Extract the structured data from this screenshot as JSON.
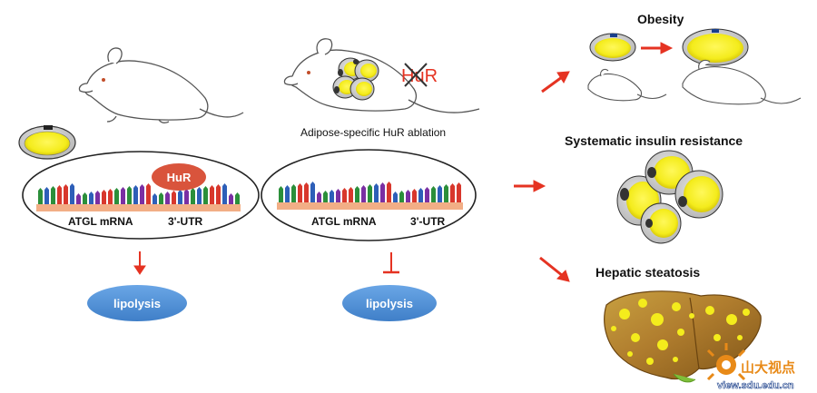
{
  "left_panel": {
    "mrna_label": "ATGL mRNA",
    "utr_label": "3'-UTR",
    "hur_label": "HuR",
    "outcome_label": "lipolysis"
  },
  "middle_panel": {
    "caption": "Adipose-specific  HuR ablation",
    "knockout_label": "HuR",
    "mrna_label": "ATGL mRNA",
    "utr_label": "3'-UTR",
    "outcome_label": "lipolysis"
  },
  "right_panel": {
    "obesity_title": "Obesity",
    "insulin_title": "Systematic insulin resistance",
    "steatosis_title": "Hepatic steatosis"
  },
  "watermark": {
    "name": "山大视点",
    "url": "view.sdu.edu.cn"
  },
  "colors": {
    "arrow_red": "#e53322",
    "pill_blue": "#4d8fd6",
    "hur_red": "#d9543c",
    "fat_yellow": "#f4ec1c",
    "strand_salmon": "#f2ae86",
    "liver_brown": "#a8742a",
    "watermark_orange": "#e88a18",
    "watermark_blue": "#1a3f8a"
  },
  "icons": [
    "mouse-icon",
    "adipocyte-icon",
    "liver-icon",
    "knockout-cross-icon",
    "watermark-logo-icon"
  ]
}
